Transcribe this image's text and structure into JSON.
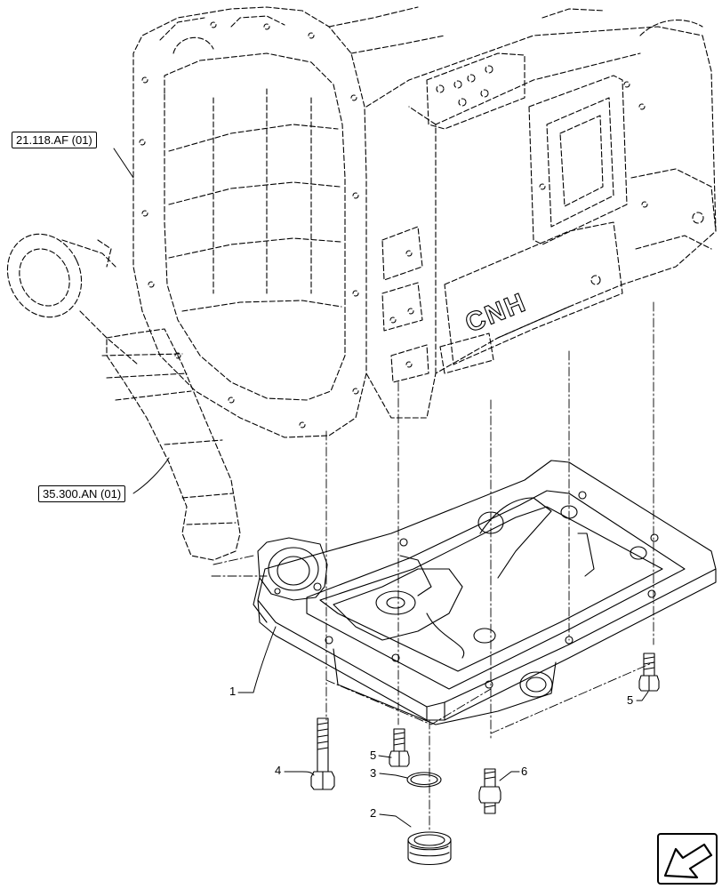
{
  "references": {
    "transmission_ref": "21.118.AF (01)",
    "pipe_ref": "35.300.AN (01)"
  },
  "callouts": {
    "item_1": "1",
    "item_2": "2",
    "item_3": "3",
    "item_4": "4",
    "item_5_left": "5",
    "item_5_right": "5",
    "item_6": "6"
  },
  "housing_logo": "CNH",
  "icons": {
    "nav": "next-page-arrow-icon"
  }
}
